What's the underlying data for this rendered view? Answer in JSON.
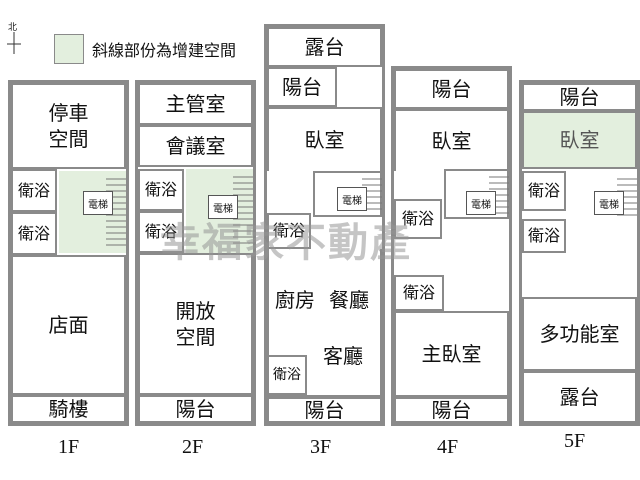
{
  "legend": {
    "text": "斜線部份為增建空間",
    "color": "#e3efde"
  },
  "compass": {
    "label": "北"
  },
  "watermark": "幸福家不動產",
  "elevator_label": "電梯",
  "floors": {
    "f1": {
      "label": "1F",
      "parking": "停車\n空間",
      "bath1": "衛浴",
      "bath2": "衛浴",
      "shop": "店面",
      "arcade": "騎樓"
    },
    "f2": {
      "label": "2F",
      "office": "主管室",
      "meeting": "會議室",
      "bath1": "衛浴",
      "bath2": "衛浴",
      "open": "開放\n空間",
      "balcony": "陽台"
    },
    "f3": {
      "label": "3F",
      "terrace": "露台",
      "balcony_top": "陽台",
      "bedroom": "臥室",
      "bath1": "衛浴",
      "kitchen": "廚房",
      "dining": "餐廳",
      "living": "客廳",
      "bath2": "衛浴",
      "balcony_bottom": "陽台"
    },
    "f4": {
      "label": "4F",
      "balcony_top": "陽台",
      "bedroom": "臥室",
      "bath1": "衛浴",
      "bath2": "衛浴",
      "master": "主臥室",
      "balcony_bottom": "陽台"
    },
    "f5": {
      "label": "5F",
      "balcony_top": "陽台",
      "bedroom": "臥室",
      "bath1": "衛浴",
      "bath2": "衛浴",
      "multi": "多功能室",
      "terrace": "露台"
    }
  }
}
